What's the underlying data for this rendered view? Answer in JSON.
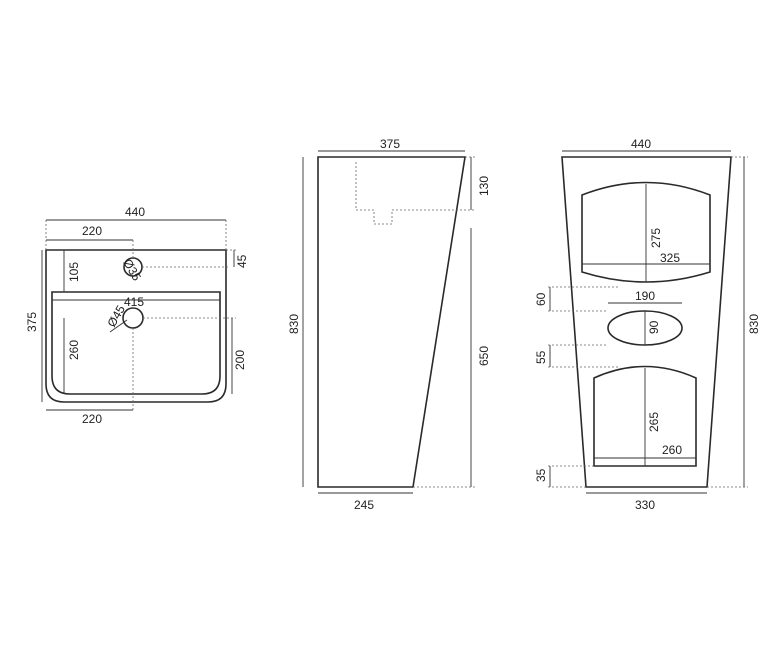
{
  "drawing": {
    "top_view": {
      "width": "440",
      "top_width": "220",
      "bottom_width": "220",
      "depth": "375",
      "back_to_tap": "105",
      "tap_offset": "45",
      "bowl_width": "415",
      "tap_hole": "Ø35",
      "drain_hole": "Ø45",
      "drain_from_front": "260",
      "drain_to_back": "200"
    },
    "side_view": {
      "top_depth": "375",
      "bowl_height": "130",
      "total_height": "830",
      "lower_height": "650",
      "base_depth": "245"
    },
    "front_view": {
      "top_width": "440",
      "upper_opening_height": "275",
      "upper_opening_width": "325",
      "gap_upper": "60",
      "oval_width": "190",
      "oval_height": "90",
      "gap_lower": "55",
      "lower_opening_height": "265",
      "lower_opening_width": "260",
      "base_gap": "35",
      "base_width": "330",
      "total_height": "830"
    }
  }
}
